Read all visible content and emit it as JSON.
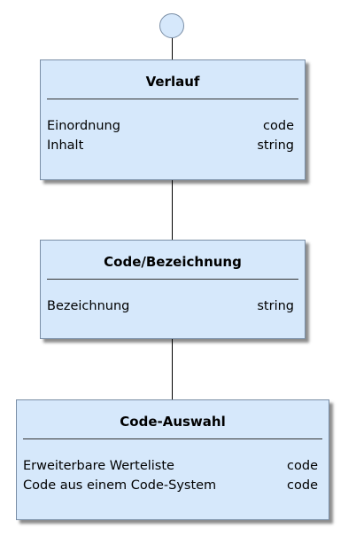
{
  "diagram": {
    "classes": [
      {
        "title": "Verlauf",
        "attributes": [
          {
            "name": "Einordnung",
            "type": "code"
          },
          {
            "name": "Inhalt",
            "type": "string"
          }
        ]
      },
      {
        "title": "Code/Bezeichnung",
        "attributes": [
          {
            "name": "Bezeichnung",
            "type": "string"
          }
        ]
      },
      {
        "title": "Code-Auswahl",
        "attributes": [
          {
            "name": "Erweiterbare Werteliste",
            "type": "code"
          },
          {
            "name": "Code aus einem Code-System",
            "type": "code"
          }
        ]
      }
    ]
  },
  "colors": {
    "node_fill": "#d6e8fb",
    "node_border": "#7a8ea6",
    "line": "#000000"
  }
}
